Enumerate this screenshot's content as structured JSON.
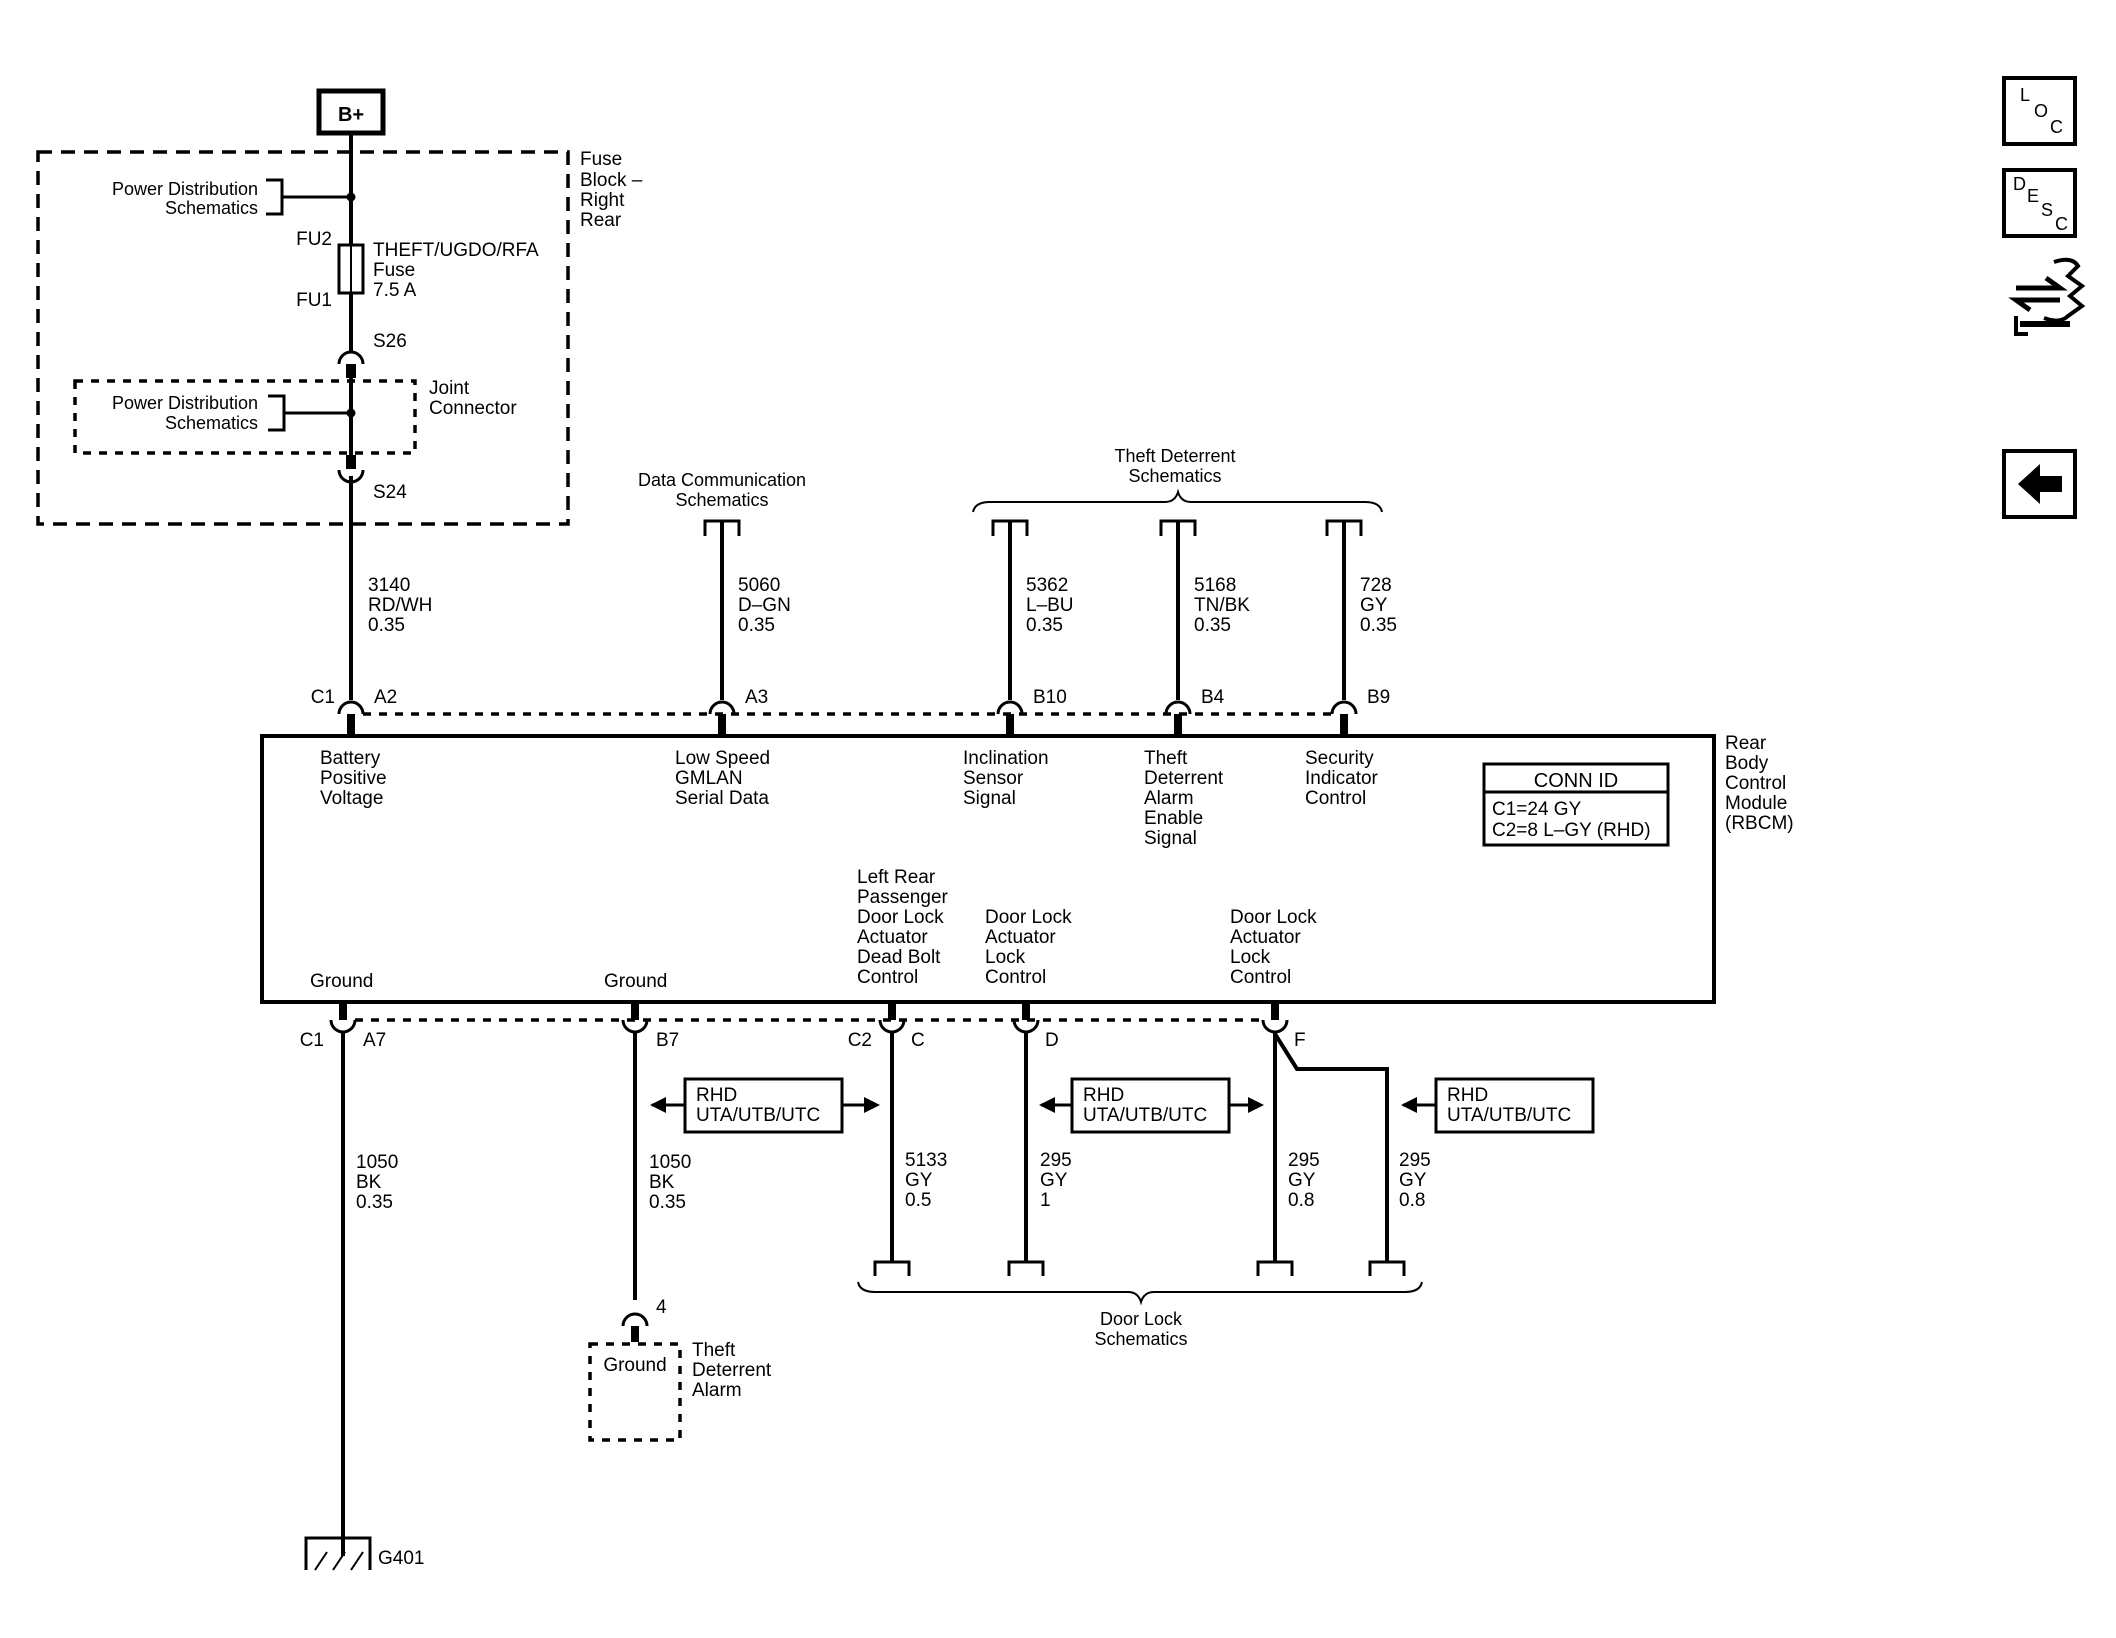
{
  "supply": {
    "bplus": "B+",
    "fuse_block": [
      "Fuse",
      "Block –",
      "Right",
      "Rear"
    ]
  },
  "power_dist_1": [
    "Power Distribution",
    "Schematics"
  ],
  "power_dist_2": [
    "Power Distribution",
    "Schematics"
  ],
  "fuse": {
    "fu2": "FU2",
    "fu1": "FU1",
    "label": [
      "THEFT/UGDO/RFA",
      "Fuse",
      "7.5 A"
    ]
  },
  "splices": {
    "s26": "S26",
    "s24": "S24"
  },
  "joint_connector": [
    "Joint",
    "Connector"
  ],
  "data_comm": [
    "Data Communication",
    "Schematics"
  ],
  "theft_schem": [
    "Theft Deterrent",
    "Schematics"
  ],
  "wires_top": [
    {
      "lines": [
        "3140",
        "RD/WH",
        "0.35"
      ]
    },
    {
      "lines": [
        "5060",
        "D–GN",
        "0.35"
      ]
    },
    {
      "lines": [
        "5362",
        "L–BU",
        "0.35"
      ]
    },
    {
      "lines": [
        "5168",
        "TN/BK",
        "0.35"
      ]
    },
    {
      "lines": [
        "728",
        "GY",
        "0.35"
      ]
    }
  ],
  "pins_top": {
    "conn": "C1",
    "pins": [
      "A2",
      "A3",
      "B10",
      "B4",
      "B9"
    ]
  },
  "module": {
    "name": [
      "Rear",
      "Body",
      "Control",
      "Module",
      "(RBCM)"
    ],
    "top_functions": [
      [
        "Battery",
        "Positive",
        "Voltage"
      ],
      [
        "Low Speed",
        "GMLAN",
        "Serial Data"
      ],
      [
        "Inclination",
        "Sensor",
        "Signal"
      ],
      [
        "Theft",
        "Deterrent",
        "Alarm",
        "Enable",
        "Signal"
      ],
      [
        "Security",
        "Indicator",
        "Control"
      ]
    ],
    "bottom_functions": [
      [
        "Ground"
      ],
      [
        "Ground"
      ],
      [
        "Left Rear",
        "Passenger",
        "Door Lock",
        "Actuator",
        "Dead Bolt",
        "Control"
      ],
      [
        "Door Lock",
        "Actuator",
        "Lock",
        "Control"
      ],
      [
        "Door Lock",
        "Actuator",
        "Lock",
        "Control"
      ]
    ]
  },
  "conn_id": {
    "title": "CONN ID",
    "lines": [
      "C1=24 GY",
      "C2=8 L–GY (RHD)"
    ]
  },
  "pins_bottom": {
    "conn1": "C1",
    "conn2": "C2",
    "pins": [
      "A7",
      "B7",
      "C",
      "D",
      "F"
    ]
  },
  "rhd_boxes": [
    [
      "RHD",
      "UTA/UTB/UTC"
    ],
    [
      "RHD",
      "UTA/UTB/UTC"
    ],
    [
      "RHD",
      "UTA/UTB/UTC"
    ]
  ],
  "wires_bottom": [
    {
      "lines": [
        "1050",
        "BK",
        "0.35"
      ]
    },
    {
      "lines": [
        "1050",
        "BK",
        "0.35"
      ]
    },
    {
      "lines": [
        "5133",
        "GY",
        "0.5"
      ]
    },
    {
      "lines": [
        "295",
        "GY",
        "1"
      ]
    },
    {
      "lines": [
        "295",
        "GY",
        "0.8"
      ]
    },
    {
      "lines": [
        "295",
        "GY",
        "0.8"
      ]
    }
  ],
  "alarm": {
    "pin": "4",
    "ground": "Ground",
    "name": [
      "Theft",
      "Deterrent",
      "Alarm"
    ]
  },
  "door_lock_schem": [
    "Door Lock",
    "Schematics"
  ],
  "ground_ref": "G401",
  "nav": {
    "loc": [
      "L",
      "O",
      "C"
    ],
    "desc": [
      "D",
      "E",
      "S",
      "C"
    ],
    "icons": [
      "loc-icon",
      "desc-icon",
      "connector-hand-icon",
      "back-arrow-icon"
    ]
  }
}
